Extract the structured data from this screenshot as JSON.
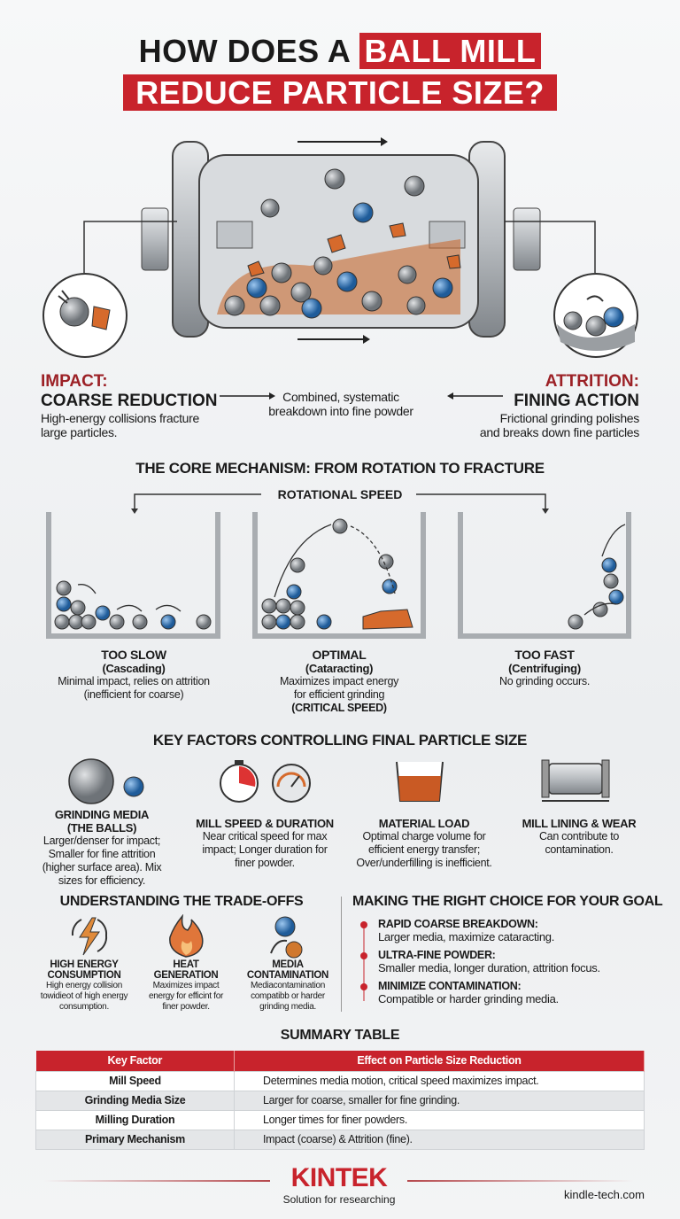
{
  "title": {
    "line1_plain": "HOW DOES A",
    "line1_highlight": "BALL MILL",
    "line2": "REDUCE PARTICLE SIZE?"
  },
  "mechanisms": {
    "impact": {
      "label": "IMPACT:",
      "title": "COARSE REDUCTION",
      "text1": "High-energy collisions fracture",
      "text2": "large particles."
    },
    "combined": {
      "text1": "Combined, systematic",
      "text2": "breakdown into fine powder"
    },
    "attrition": {
      "label": "ATTRITION:",
      "title": "FINING ACTION",
      "text1": "Frictional grinding polishes",
      "text2": "and breaks down fine particles"
    }
  },
  "core": {
    "heading": "THE CORE MECHANISM: FROM ROTATION TO FRACTURE",
    "subheading": "ROTATIONAL SPEED",
    "modes": [
      {
        "title": "TOO SLOW",
        "sub": "(Cascading)",
        "text1": "Minimal impact, relies on attrition",
        "text2": "(inefficient for coarse)",
        "text3": ""
      },
      {
        "title": "OPTIMAL",
        "sub": "(Cataracting)",
        "text1": "Maximizes impact energy",
        "text2": "for efficient grinding",
        "text3": "(CRITICAL SPEED)"
      },
      {
        "title": "TOO FAST",
        "sub": "(Centrifuging)",
        "text1": "No grinding occurs.",
        "text2": "",
        "text3": ""
      }
    ]
  },
  "factors": {
    "heading": "KEY FACTORS CONTROLLING FINAL PARTICLE SIZE",
    "items": [
      {
        "icon": "balls-icon",
        "title1": "GRINDING MEDIA",
        "title2": "(THE BALLS)",
        "text": [
          "Larger/denser for impact;",
          "Smaller for fine attrition",
          "(higher surface area). Mix",
          "sizes for efficiency."
        ]
      },
      {
        "icon": "stopwatch-gauge-icon",
        "title1": "MILL SPEED & DURATION",
        "title2": "",
        "text": [
          "Near critical speed for max",
          "impact; Longer duration for",
          "finer powder."
        ]
      },
      {
        "icon": "beaker-icon",
        "title1": "MATERIAL LOAD",
        "title2": "",
        "text": [
          "Optimal charge volume for",
          "efficient energy transfer;",
          "Over/underfilling is inefficient."
        ]
      },
      {
        "icon": "mill-icon",
        "title1": "MILL LINING & WEAR",
        "title2": "",
        "text": [
          "Can contribute to",
          "contamination."
        ]
      }
    ]
  },
  "tradeoffs": {
    "heading": "UNDERSTANDING THE TRADE-OFFS",
    "items": [
      {
        "icon": "lightning-icon",
        "title1": "HIGH ENERGY",
        "title2": "CONSUMPTION",
        "text": [
          "High energy collision",
          "towidieot of high energy",
          "consumption."
        ]
      },
      {
        "icon": "flame-icon",
        "title1": "HEAT",
        "title2": "GENERATION",
        "text": [
          "Maximizes impact",
          "energy for efficint for",
          "finer powder."
        ]
      },
      {
        "icon": "contamination-icon",
        "title1": "MEDIA",
        "title2": "CONTAMINATION",
        "text": [
          "Mediacontamination",
          "compatibb or harder",
          "grinding media."
        ]
      }
    ]
  },
  "choice": {
    "heading": "MAKING THE RIGHT CHOICE FOR YOUR GOAL",
    "items": [
      {
        "title": "RAPID COARSE BREAKDOWN:",
        "text": "Larger media, maximize cataracting."
      },
      {
        "title": "ULTRA-FINE POWDER:",
        "text": "Smaller media, longer duration, attrition focus."
      },
      {
        "title": "MINIMIZE CONTAMINATION:",
        "text": "Compatible or harder grinding media."
      }
    ]
  },
  "summary": {
    "heading": "SUMMARY TABLE",
    "columns": [
      "Key Factor",
      "Effect on Particle Size Reduction"
    ],
    "rows": [
      [
        "Mill Speed",
        "Determines media motion, critical speed maximizes impact."
      ],
      [
        "Grinding Media Size",
        "Larger for coarse, smaller for fine grinding."
      ],
      [
        "Milling Duration",
        "Longer times for finer powders."
      ],
      [
        "Primary Mechanism",
        "Impact (coarse) & Attrition (fine)."
      ]
    ]
  },
  "footer": {
    "logo": "KINTEK",
    "tagline": "Solution for researching",
    "website": "kindle-tech.com"
  },
  "colors": {
    "accent": "#c8232c",
    "steel_ball": "#8e9399",
    "blue_ball": "#3a7bbf",
    "ore": "#d66a2c"
  }
}
